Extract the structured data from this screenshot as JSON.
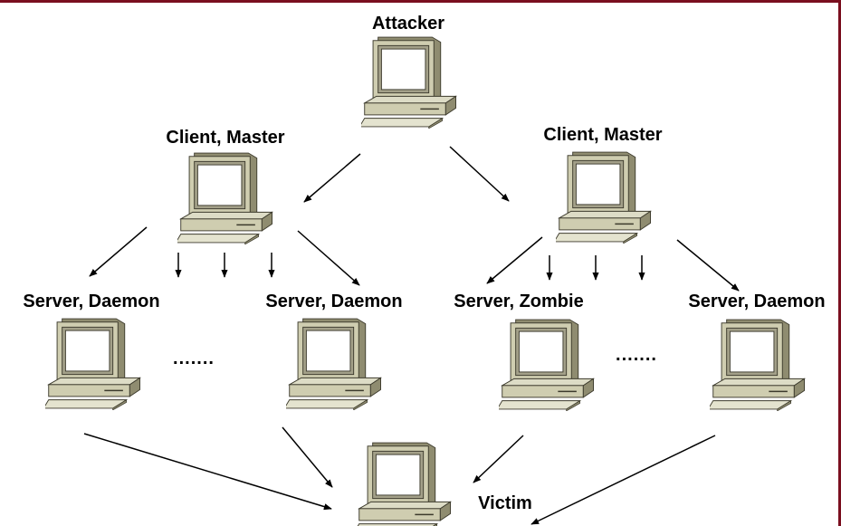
{
  "nodes": {
    "attacker": {
      "label": "Attacker"
    },
    "master_left": {
      "label": "Client, Master"
    },
    "master_right": {
      "label": "Client, Master"
    },
    "server_1": {
      "label": "Server, Daemon"
    },
    "server_2": {
      "label": "Server, Daemon"
    },
    "server_3": {
      "label": "Server, Zombie"
    },
    "server_4": {
      "label": "Server, Daemon"
    },
    "victim": {
      "label": "Victim"
    }
  },
  "ellipsis": {
    "left": ".......",
    "right": "......."
  },
  "colors": {
    "frame_border": "#7a0f1f",
    "monitor_body": "#cfcdb0",
    "monitor_shadow": "#8f8c70",
    "screen": "#ffffff",
    "arrow": "#000000"
  },
  "icons": [
    "desktop-computer-icon"
  ]
}
